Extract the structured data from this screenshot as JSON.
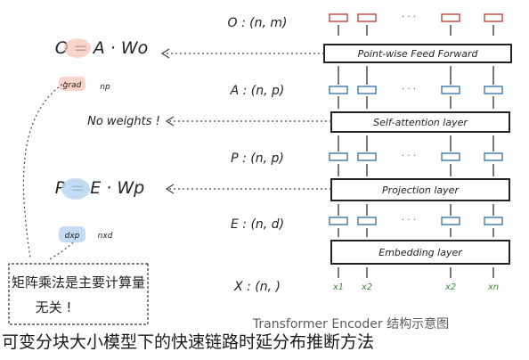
{
  "caption": "可变分块大小模型下的快速链路时延分布推断方法",
  "diagram": {
    "layers": [
      "Point-wise Feed Forward",
      "Self-attention layer",
      "Projection layer",
      "Embedding layer"
    ],
    "shapes": [
      "O : (n, m)",
      "A : (n, p)",
      "P : (n, p)",
      "E : (n, d)",
      "X : (n, )"
    ],
    "eq_top": "O = A · Wo",
    "eq_mid": "P = E · Wp",
    "ops_top": [
      "np",
      "grad"
    ],
    "ops_mid": [
      "nxd",
      "dxp"
    ],
    "no_weights": "No weights !",
    "boxed_note": "矩阵乘法是主要计算量",
    "boxed_sub": "无关 !",
    "bottom_partial": "Transformer Encoder 结构示意图",
    "tokens": [
      "x1",
      "x2",
      "xn"
    ],
    "ellipsis": "· · ·"
  }
}
